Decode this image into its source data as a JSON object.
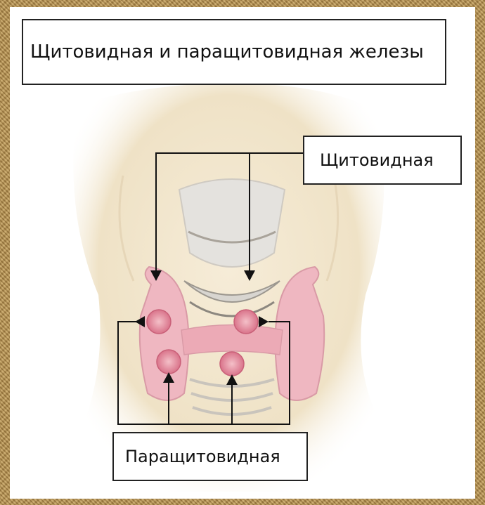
{
  "title": "Щитовидная и паращитовидная железы",
  "labels": {
    "thyroid": "Щитовидная",
    "parathyroid": "Паращитовидная"
  },
  "colors": {
    "frame": "#b08c4e",
    "skin": "#f3e8d2",
    "gland": "#efb7c1",
    "parathyroid": "#e48fa1",
    "line": "#111111"
  }
}
